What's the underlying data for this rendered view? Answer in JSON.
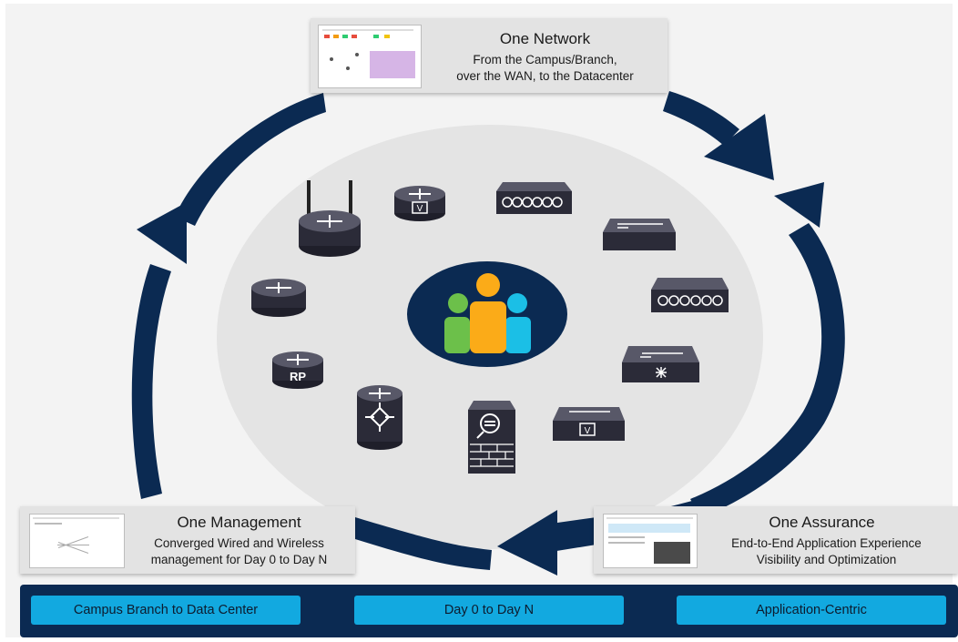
{
  "colors": {
    "navy": "#0b2a52",
    "accent_blue": "#12a9e0",
    "callout_gray": "#e3e3e3",
    "ellipse_gray": "#e4e4e4",
    "person_green": "#6cc04a",
    "person_orange": "#fbab18",
    "person_cyan": "#1bbfe6"
  },
  "callouts": {
    "network": {
      "title": "One Network",
      "desc_line1": "From the Campus/Branch,",
      "desc_line2": "over the WAN, to the Datacenter"
    },
    "management": {
      "title": "One Management",
      "desc_line1": "Converged Wired and Wireless",
      "desc_line2": "management for Day 0 to Day N"
    },
    "assurance": {
      "title": "One Assurance",
      "desc_line1": "End-to-End Application Experience",
      "desc_line2": "Visibility and Optimization"
    }
  },
  "bottom_bar": {
    "items": [
      "Campus Branch to Data Center",
      "Day 0 to Day N",
      "Application-Centric"
    ]
  },
  "devices": {
    "router_v_label": "V",
    "router_rp_label": "RP",
    "switch_v_label": "V"
  }
}
